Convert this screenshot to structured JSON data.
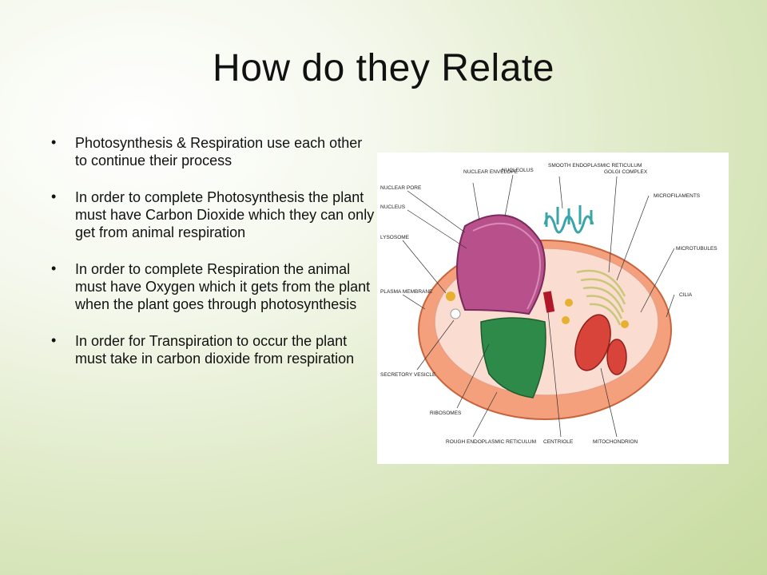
{
  "slide": {
    "title": "How do they Relate",
    "bullets": [
      "Photosynthesis & Respiration use each other to continue their process",
      "In order to complete Photosynthesis the plant must have Carbon Dioxide which they can only get from animal respiration",
      "In order to complete Respiration the animal must have Oxygen which it gets from the plant when the plant goes through photosynthesis",
      "In order for Transpiration to occur the plant must take in carbon dioxide from respiration"
    ]
  },
  "diagram": {
    "labels": {
      "nuclear_envelope": "NUCLEAR ENVELOPE",
      "nucleolus": "NUCLEOLUS",
      "smooth_er": "SMOOTH ENDOPLASMIC RETICULUM",
      "golgi": "GOLGI COMPLEX",
      "nuclear_pore": "NUCLEAR PORE",
      "microfilaments": "MICROFILAMENTS",
      "nucleus": "NUCLEUS",
      "lysosome": "LYSOSOME",
      "microtubules": "MICROTUBULES",
      "plasma_membrane": "PLASMA MEMBRANE",
      "cilia": "CILIA",
      "secretory_vesicle": "SECRETORY VESICLE",
      "ribosomes": "RIBOSOMES",
      "rough_er": "ROUGH ENDOPLASMIC RETICULUM",
      "centriole": "CENTRIOLE",
      "mitochondrion": "MITOCHONDRION"
    }
  }
}
